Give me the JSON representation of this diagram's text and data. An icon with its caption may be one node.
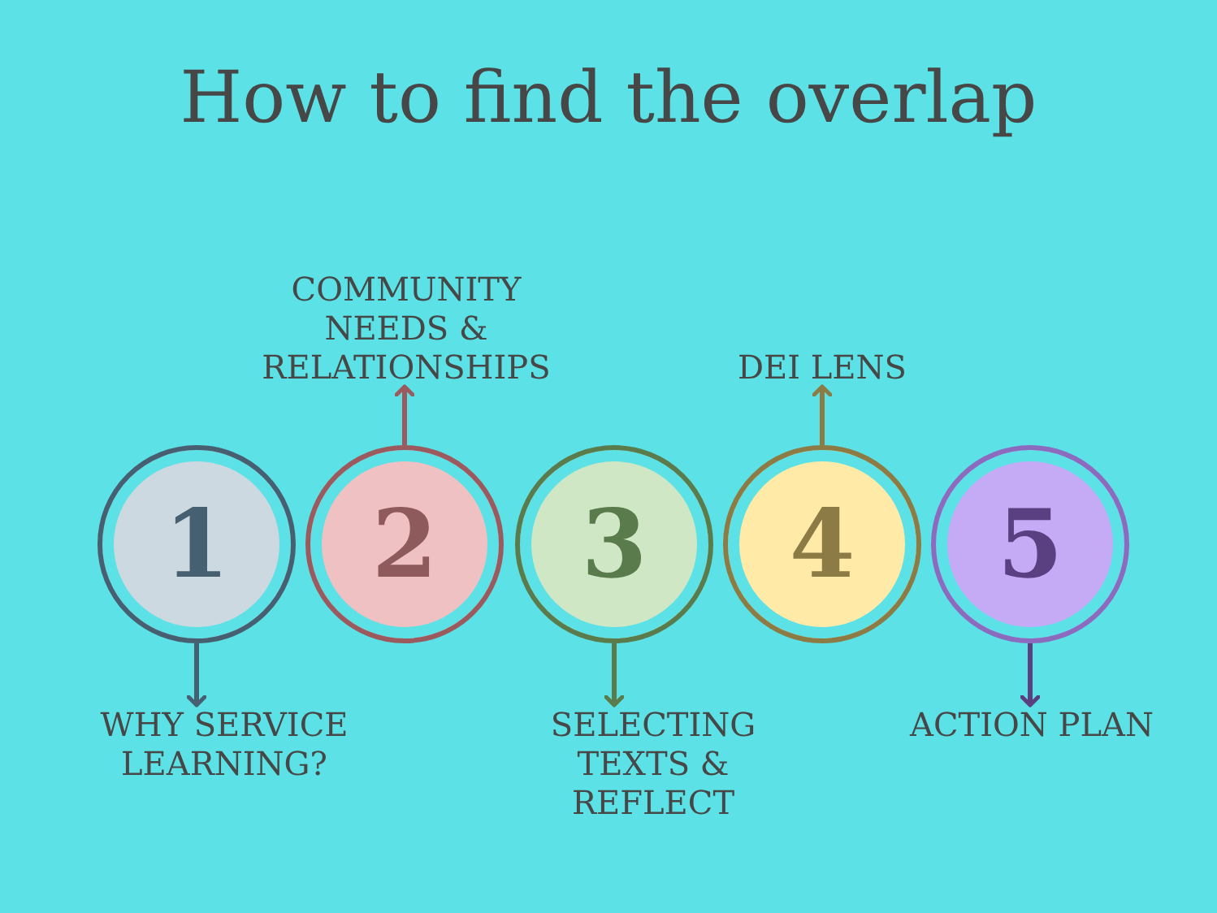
{
  "diagram": {
    "title": "How to find the overlap",
    "nodes": [
      {
        "text": [
          "1"
        ]
      },
      {
        "text": [
          "2"
        ]
      },
      {
        "text": [
          "3"
        ]
      },
      {
        "text": [
          "4"
        ]
      },
      {
        "text": [
          "5"
        ]
      },
      {
        "text": [
          "WHY SERVICE LEARNING?"
        ]
      },
      {
        "text": [
          "COMMUNITY NEEDS & RELATIONSHIPS"
        ]
      },
      {
        "text": [
          "SELECTING TEXTS & REFLECT"
        ]
      },
      {
        "text": [
          "DEI LENS"
        ]
      },
      {
        "text": [
          "ACTION PLAN"
        ]
      }
    ],
    "edges": [
      {
        "from": 0,
        "to": 5,
        "arrow": "to",
        "color": "#466072"
      },
      {
        "from": 1,
        "to": 6,
        "arrow": "to",
        "color": "#9b5b5e"
      },
      {
        "from": 2,
        "to": 7,
        "arrow": "to",
        "color": "#5a7c4d"
      },
      {
        "from": 3,
        "to": 8,
        "arrow": "to",
        "color": "#8c7b45"
      },
      {
        "from": 4,
        "to": 9,
        "arrow": "to",
        "color": "#5a4080"
      }
    ]
  }
}
